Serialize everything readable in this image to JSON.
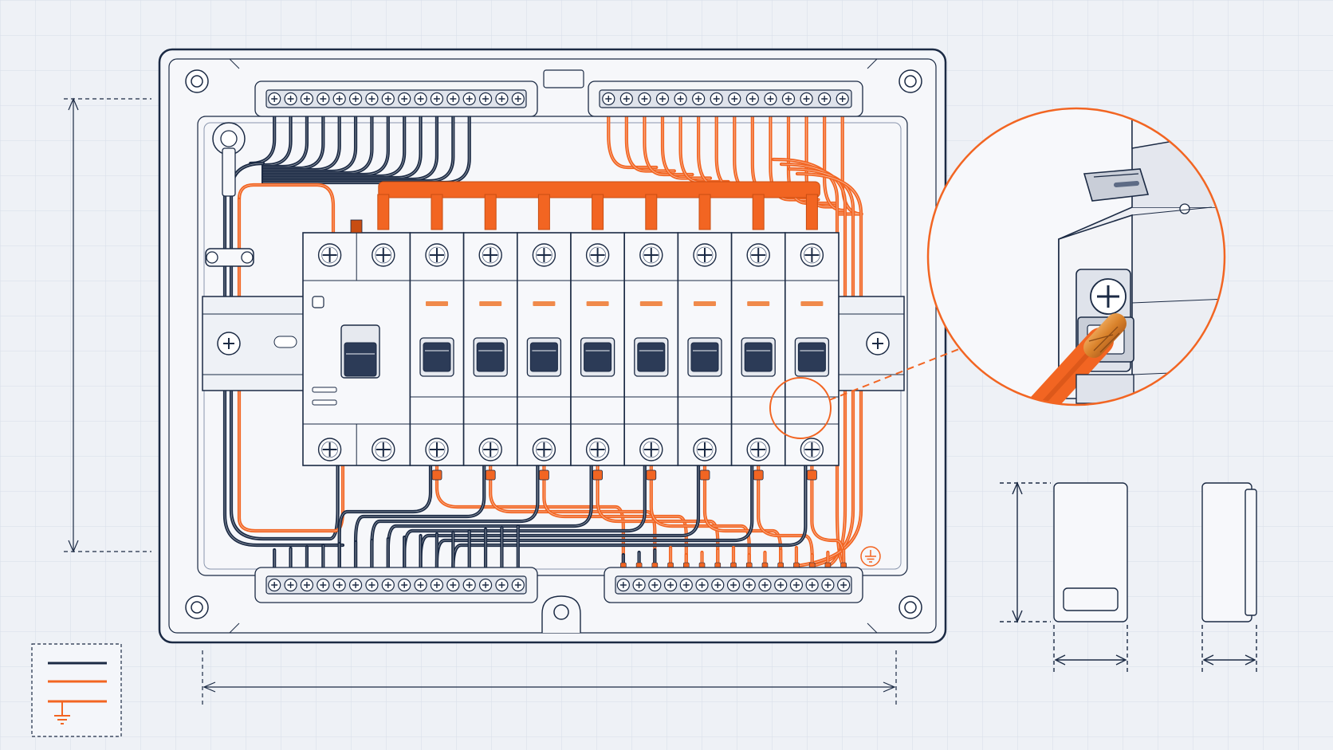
{
  "title": "",
  "colors": {
    "paper": "#eef1f6",
    "grid": "#d7dde8",
    "ink": "#1b2a44",
    "ink_light": "#5d6b85",
    "neutral_wire": "#1b2a44",
    "live_wire": "#f26522",
    "housing": "#f7f8fb",
    "indicator": "#f08a4b"
  },
  "legend": {
    "entries": [
      {
        "icon": "neutral-line-swatch",
        "color": "#1b2a44"
      },
      {
        "icon": "live-line-swatch",
        "color": "#f26522"
      },
      {
        "icon": "earth-symbol",
        "color": "#f26522"
      }
    ]
  },
  "components": {
    "rcd_main_switch": {
      "count": 1,
      "icon": "double-pole-switch"
    },
    "mcb_breakers": {
      "count": 8,
      "icon": "single-pole-breaker"
    },
    "neutral_bar_top": {
      "screws": 16
    },
    "live_bar_top": {
      "screws": 14
    },
    "neutral_bar_bottom": {
      "screws": 16
    },
    "live_bar_bottom": {
      "screws": 15
    }
  },
  "detail_view": {
    "icon": "magnified-terminal-with-copper-conductor"
  },
  "earth_marker": {
    "icon": "earth-ground-symbol"
  }
}
